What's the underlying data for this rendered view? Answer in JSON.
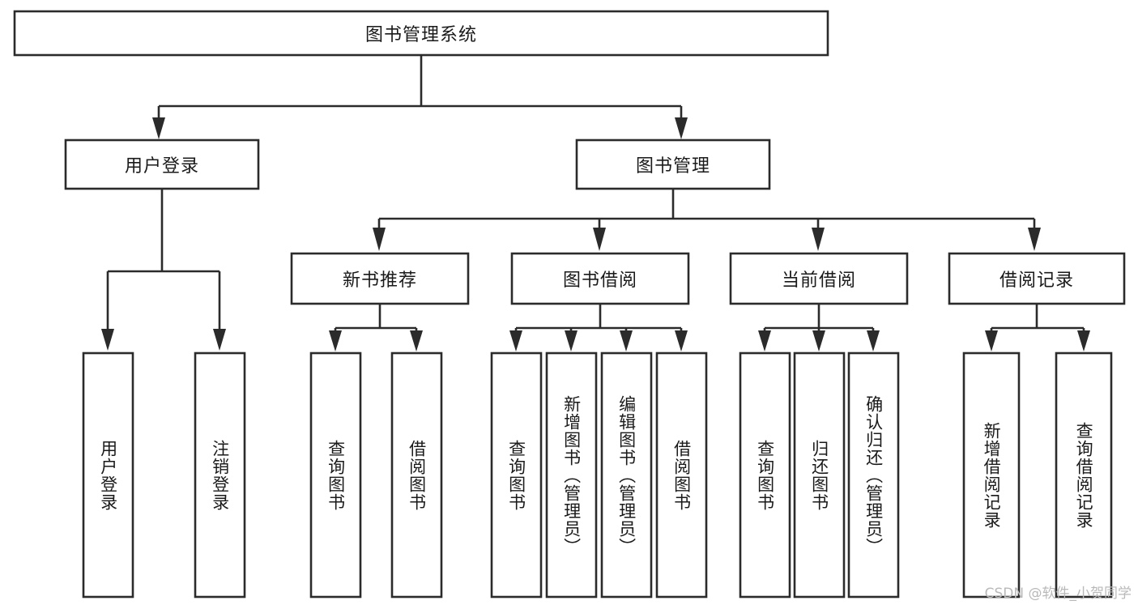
{
  "diagram": {
    "type": "tree-hierarchy",
    "title": "图书管理系统",
    "orientation": "top-down",
    "colors": {
      "box_stroke": "#2b2b2b",
      "box_fill": "#ffffff",
      "connector": "#2b2b2b",
      "text": "#1a1a1a",
      "background": "#ffffff",
      "watermark": "#b9b9b9"
    },
    "levels": {
      "root": "图书管理系统",
      "level2": [
        "用户登录",
        "图书管理"
      ],
      "level3": [
        "新书推荐",
        "图书借阅",
        "当前借阅",
        "借阅记录"
      ]
    },
    "nodes": {
      "root": {
        "label": "图书管理系统"
      },
      "user_login": {
        "label": "用户登录"
      },
      "book_manage": {
        "label": "图书管理"
      },
      "new_book_rec": {
        "label": "新书推荐"
      },
      "book_borrow": {
        "label": "图书借阅"
      },
      "current_borrow": {
        "label": "当前借阅"
      },
      "borrow_record": {
        "label": "借阅记录"
      }
    },
    "leaves": {
      "user_login": [
        {
          "label": "用户登录"
        },
        {
          "label": "注销登录"
        }
      ],
      "new_book_rec": [
        {
          "label": "查询图书"
        },
        {
          "label": "借阅图书"
        }
      ],
      "book_borrow": [
        {
          "label": "查询图书"
        },
        {
          "label": "新增图书（管理员）"
        },
        {
          "label": "编辑图书（管理员）"
        },
        {
          "label": "借阅图书"
        }
      ],
      "current_borrow": [
        {
          "label": "查询图书"
        },
        {
          "label": "归还图书"
        },
        {
          "label": "确认归还（管理员）"
        }
      ],
      "borrow_record": [
        {
          "label": "新增借阅记录"
        },
        {
          "label": "查询借阅记录"
        }
      ]
    },
    "watermark": "CSDN @软件_小贺同学"
  }
}
